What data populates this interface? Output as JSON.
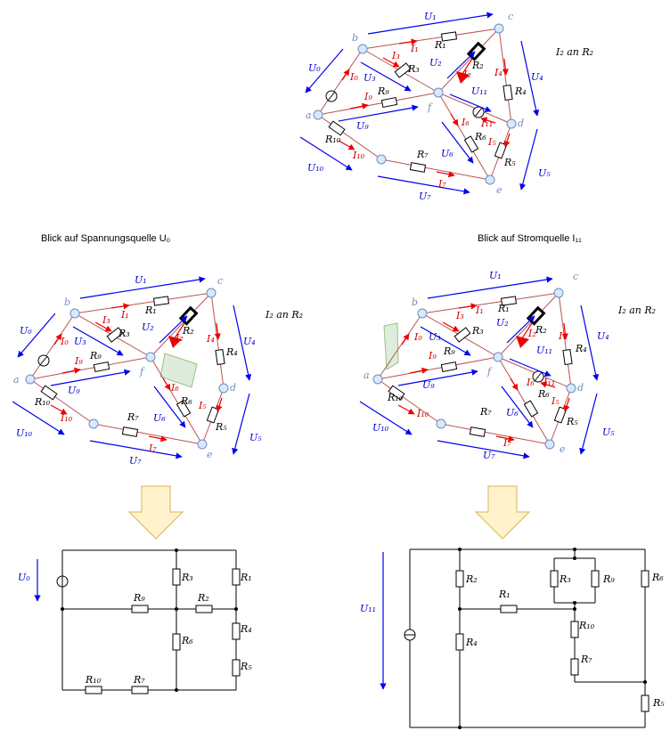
{
  "captions": {
    "top_note": "I₂ an R₂",
    "left_title": "Blick auf Spannungsquelle U₀",
    "left_note": "I₂ an R₂",
    "right_title": "Blick auf Stromquelle I₁₁",
    "right_note": "I₂ an R₂"
  },
  "nodes": [
    "a",
    "b",
    "c",
    "d",
    "e",
    "f"
  ],
  "resistors": [
    "R₁",
    "R₂",
    "R₃",
    "R₄",
    "R₅",
    "R₆",
    "R₇",
    "R₉",
    "R₁₀"
  ],
  "voltages": [
    "U₀",
    "U₁",
    "U₂",
    "U₃",
    "U₄",
    "U₅",
    "U₆",
    "U₇",
    "U₉",
    "U₁₀",
    "U₁₁"
  ],
  "currents": [
    "I₀",
    "I₁",
    "I₂",
    "I₃",
    "I₄",
    "I₅",
    "I₆",
    "I₇",
    "I₉",
    "I₁₀",
    "I₁₁"
  ],
  "bottom_left": {
    "source_label": "U₀",
    "labels": [
      "R₃",
      "R₁",
      "R₉",
      "R₂",
      "R₄",
      "R₆",
      "R₅",
      "R₁₀",
      "R₇"
    ]
  },
  "bottom_right": {
    "source_label": "U₁₁",
    "labels": [
      "R₂",
      "R₃",
      "R₉",
      "R₆",
      "R₁",
      "R₁₀",
      "R₄",
      "R₇",
      "R₅"
    ]
  },
  "colors": {
    "voltage": "#0000ee",
    "current": "#ee0000",
    "wire": "#b85450",
    "node": "#dae8fc",
    "arrow_fill": "#fff2cc",
    "highlight": "#d5e8d4"
  }
}
